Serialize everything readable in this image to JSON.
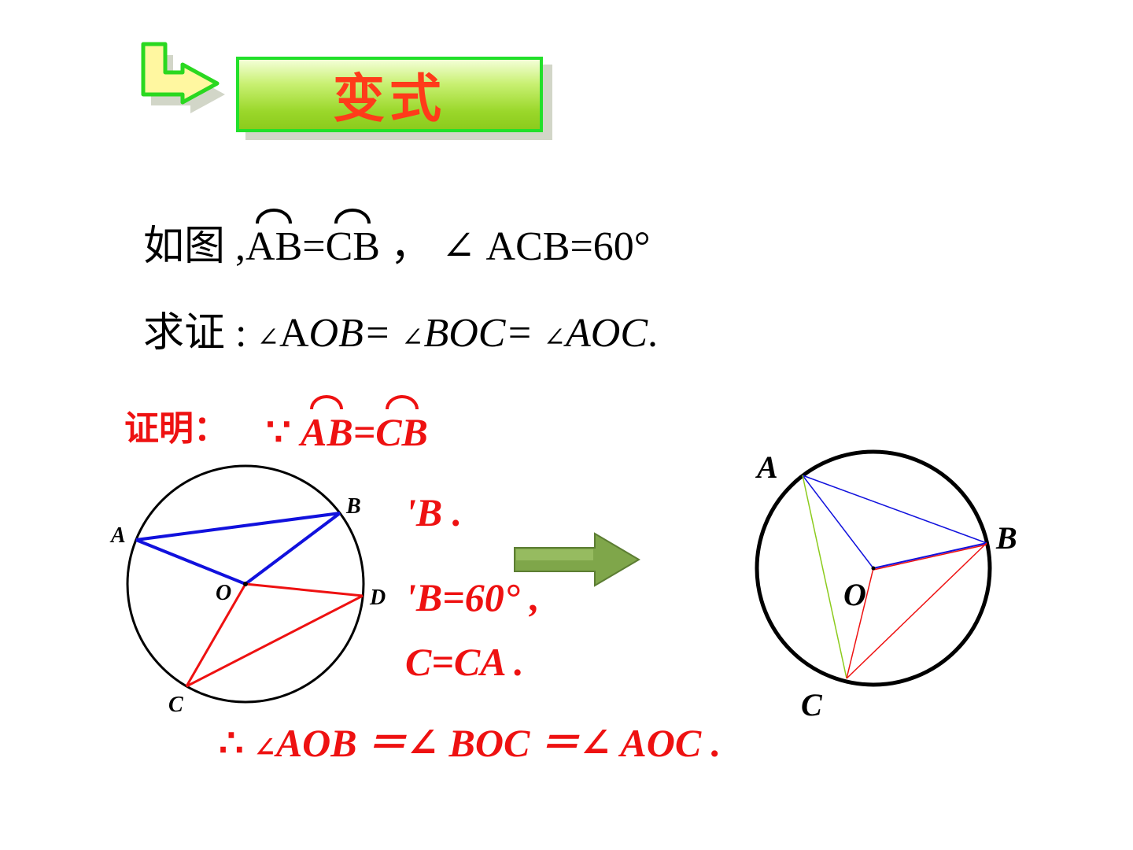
{
  "header": {
    "title": "变式"
  },
  "problem": {
    "line1": {
      "prefix": "如图 ,",
      "arc1": "AB",
      "equals": "=",
      "arc2": "CB",
      "middle": " ， ∠ ACB=60°"
    },
    "line2": {
      "prefix": "求证 : ",
      "angle": "∠",
      "t1": "A",
      "t1i": "OB",
      "t2": "= ",
      "t3": "BOC",
      "t4": "= ",
      "t5": "AOC",
      "t6": "."
    }
  },
  "proof": {
    "label": "证明：",
    "because": "∵",
    "arc1": "AB",
    "equals": "=",
    "arc2": "CB",
    "line2": "'B .",
    "line3": "'B=60° ,",
    "line4": "C=CA .",
    "conclusion": {
      "therefore": "∴ ",
      "a1": "∠",
      "t1": "AOB ＝",
      "a2": "∠",
      "t2": " BOC ＝",
      "a3": "∠",
      "t3": " AOC",
      "t4": " ."
    }
  },
  "diagram_left": {
    "labels": {
      "a": "A",
      "b": "B",
      "o": "O",
      "d": "D",
      "c": "C"
    }
  },
  "diagram_right": {
    "labels": {
      "a": "A",
      "b": "B",
      "o": "O",
      "c": "C"
    }
  },
  "colors": {
    "red": "#ee1111",
    "blue": "#1111dd",
    "green": "#8ccb1d"
  }
}
